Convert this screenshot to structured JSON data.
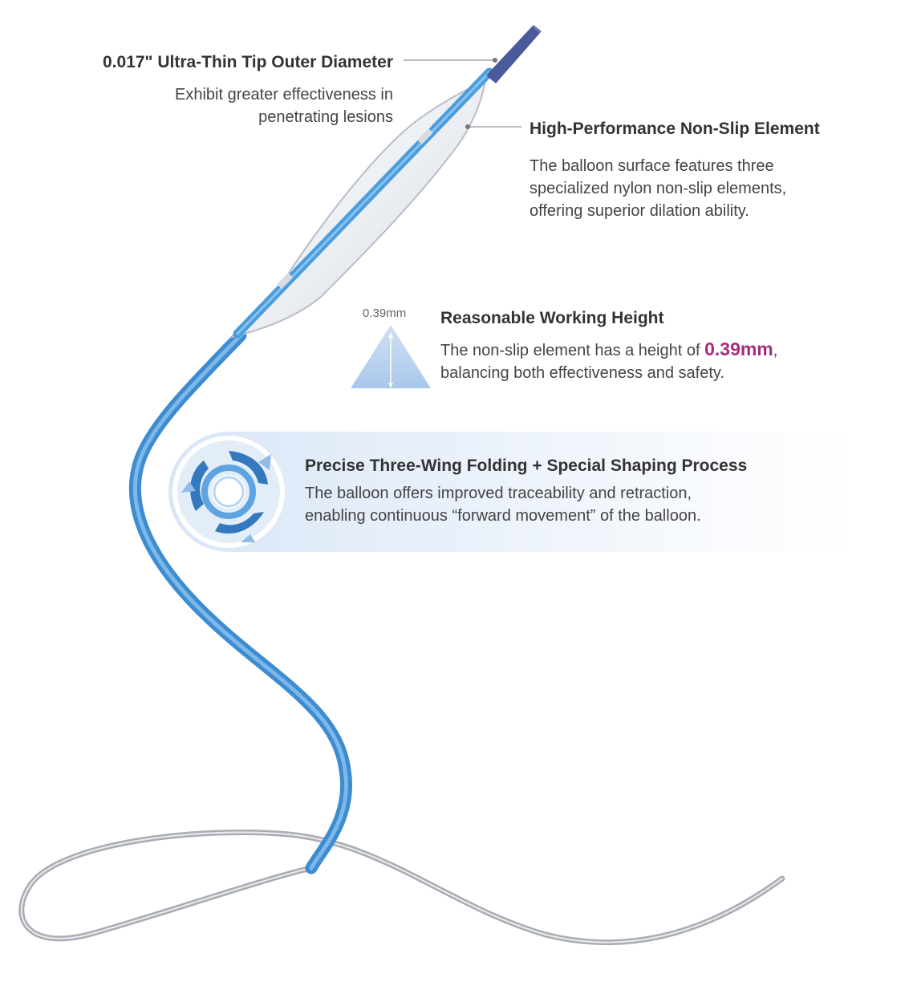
{
  "tip": {
    "title": "0.017\" Ultra-Thin Tip Outer Diameter",
    "desc_line1": "Exhibit greater effectiveness in",
    "desc_line2": "penetrating lesions"
  },
  "nonslip": {
    "title": "High-Performance Non-Slip Element",
    "desc_line1": "The balloon surface features three",
    "desc_line2": "specialized nylon non-slip elements,",
    "desc_line3": "offering superior dilation ability."
  },
  "height": {
    "dimension_label": "0.39mm",
    "title": "Reasonable Working Height",
    "desc_prefix": "The non-slip element has a height of ",
    "desc_highlight": "0.39mm",
    "desc_suffix": ",",
    "desc_line2": "balancing both effectiveness and safety."
  },
  "folding": {
    "title": "Precise Three-Wing Folding + Special Shaping Process",
    "desc_line1": "The balloon offers improved traceability and retraction,",
    "desc_line2": "enabling continuous “forward movement” of the balloon."
  },
  "colors": {
    "catheter_blue": "#4f9fdc",
    "highlight_magenta": "#a52d7d",
    "tip_navy": "#4a5a9a",
    "wire_silver": "#b8bcc2"
  }
}
